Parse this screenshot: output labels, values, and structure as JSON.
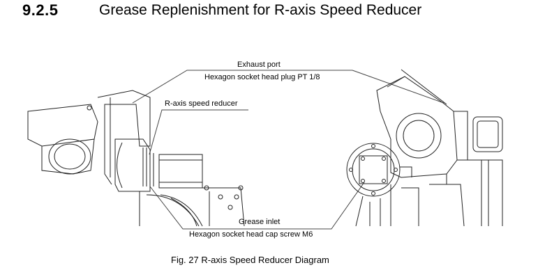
{
  "section": {
    "number": "9.2.5",
    "title": "Grease Replenishment for R-axis Speed Reducer"
  },
  "labels": {
    "exhaust_port": "Exhaust port",
    "exhaust_plug": "Hexagon socket head plug PT 1/8",
    "r_axis_reducer": "R-axis speed reducer",
    "grease_inlet": "Grease inlet",
    "inlet_screw": "Hexagon socket head cap screw M6"
  },
  "figure": {
    "caption": "Fig. 27  R-axis Speed Reducer Diagram"
  }
}
